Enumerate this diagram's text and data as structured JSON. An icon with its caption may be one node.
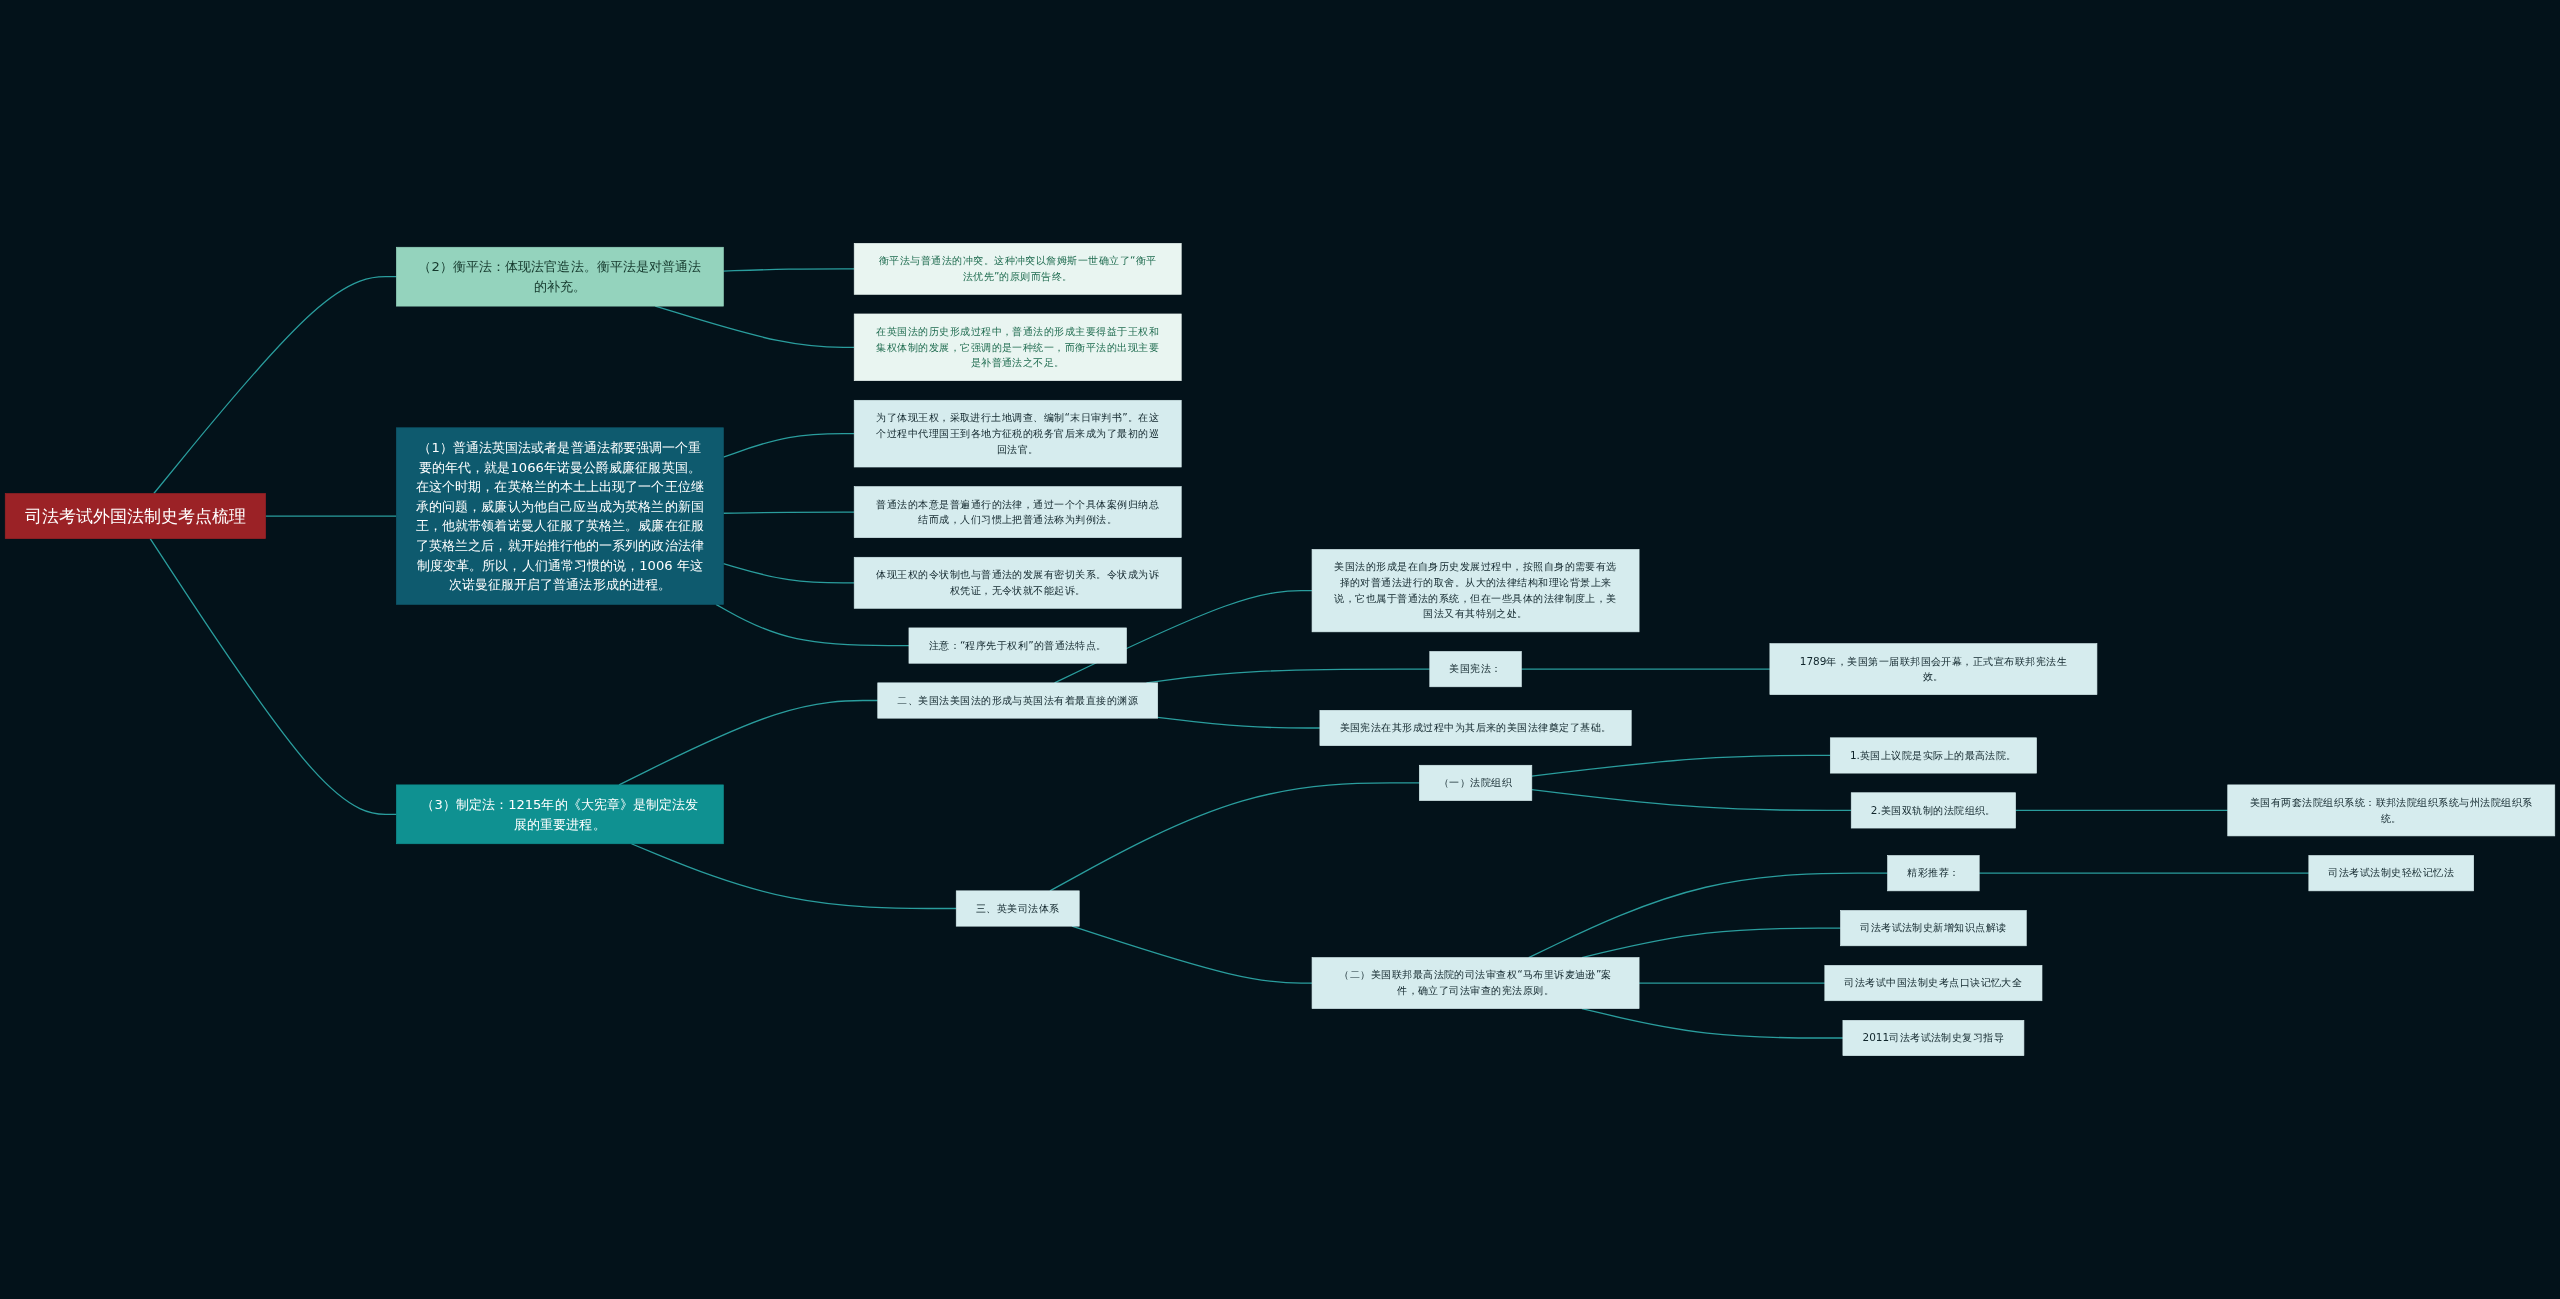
{
  "diagram": {
    "nodes": [
      {
        "text": [
          "司法考试外国法制史考点梳理"
        ]
      },
      {
        "text": [
          "（2）衡平法：体现法官造法。衡平法是对普通法的补充。"
        ]
      },
      {
        "text": [
          "衡平法与普通法的冲突。这种冲突以詹姆斯一世确立了“衡平法优先”的原则而告终。"
        ]
      },
      {
        "text": [
          "在英国法的历史形成过程中，普通法的形成主要得益于王权和集权体制的发展，它强调的是一种统一，而衡平法的出现主要是补普通法之不足。"
        ]
      },
      {
        "text": [
          "（1）普通法英国法或者是普通法都要强调一个重要的年代，就是1066年诺曼公爵威廉征服英国。在这个时期，在英格兰的本土上出现了一个王位继承的问题，威廉认为他自己应当成为英格兰的新国王，他就带领着诺曼人征服了英格兰。威廉在征服了英格兰之后，就开始推行他的一系列的政治法律制度变革。所以，人们通常习惯的说，1006 年这次诺曼征服开启了普通法形成的进程。"
        ]
      },
      {
        "text": [
          "为了体现王权，采取进行土地调查、编制“末日审判书”。在这个过程中代理国王到各地方征税的税务官后来成为了最初的巡回法官。"
        ]
      },
      {
        "text": [
          "普通法的本意是普遍通行的法律，通过一个个具体案例归纳总结而成，人们习惯上把普通法称为判例法。"
        ]
      },
      {
        "text": [
          "体现王权的令状制也与普通法的发展有密切关系。令状成为诉权凭证，无令状就不能起诉。"
        ]
      },
      {
        "text": [
          "注意：“程序先于权利”的普通法特点。"
        ]
      },
      {
        "text": [
          "（3）制定法：1215年的《大宪章》是制定法发展的重要进程。"
        ]
      },
      {
        "text": [
          "二、美国法美国法的形成与英国法有着最直接的渊源"
        ]
      },
      {
        "text": [
          "美国法的形成是在自身历史发展过程中，按照自身的需要有选择的对普通法进行的取舍。从大的法律结构和理论背景上来说，它也属于普通法的系统，但在一些具体的法律制度上，美国法又有其特别之处。"
        ]
      },
      {
        "text": [
          "美国宪法："
        ]
      },
      {
        "text": [
          "1789年，美国第一届联邦国会开幕，正式宣布联邦宪法生效。"
        ]
      },
      {
        "text": [
          "美国宪法在其形成过程中为其后来的美国法律奠定了基础。"
        ]
      },
      {
        "text": [
          "三、英美司法体系"
        ]
      },
      {
        "text": [
          "（一）法院组织"
        ]
      },
      {
        "text": [
          "1.英国上议院是实际上的最高法院。"
        ]
      },
      {
        "text": [
          "2.美国双轨制的法院组织。"
        ]
      },
      {
        "text": [
          "美国有两套法院组织系统：联邦法院组织系统与州法院组织系统。"
        ]
      },
      {
        "text": [
          "（二）美国联邦最高法院的司法审查权“马布里诉麦迪逊”案件，确立了司法审查的宪法原则。"
        ]
      },
      {
        "text": [
          "精彩推荐："
        ]
      },
      {
        "text": [
          "司法考试法制史轻松记忆法"
        ]
      },
      {
        "text": [
          "司法考试法制史新增知识点解读"
        ]
      },
      {
        "text": [
          "司法考试中国法制史考点口诀记忆大全"
        ]
      },
      {
        "text": [
          "2011司法考试法制史复习指导"
        ]
      }
    ],
    "edges": [
      {
        "from": 0,
        "to": 1,
        "arrow": "none"
      },
      {
        "from": 1,
        "to": 2,
        "arrow": "none"
      },
      {
        "from": 1,
        "to": 3,
        "arrow": "none"
      },
      {
        "from": 0,
        "to": 4,
        "arrow": "none"
      },
      {
        "from": 4,
        "to": 5,
        "arrow": "none"
      },
      {
        "from": 4,
        "to": 6,
        "arrow": "none"
      },
      {
        "from": 4,
        "to": 7,
        "arrow": "none"
      },
      {
        "from": 4,
        "to": 8,
        "arrow": "none"
      },
      {
        "from": 0,
        "to": 9,
        "arrow": "none"
      },
      {
        "from": 9,
        "to": 10,
        "arrow": "none"
      },
      {
        "from": 10,
        "to": 11,
        "arrow": "none"
      },
      {
        "from": 10,
        "to": 12,
        "arrow": "none"
      },
      {
        "from": 12,
        "to": 13,
        "arrow": "none"
      },
      {
        "from": 10,
        "to": 14,
        "arrow": "none"
      },
      {
        "from": 9,
        "to": 15,
        "arrow": "none"
      },
      {
        "from": 15,
        "to": 16,
        "arrow": "none"
      },
      {
        "from": 16,
        "to": 17,
        "arrow": "none"
      },
      {
        "from": 16,
        "to": 18,
        "arrow": "none"
      },
      {
        "from": 18,
        "to": 19,
        "arrow": "none"
      },
      {
        "from": 15,
        "to": 20,
        "arrow": "none"
      },
      {
        "from": 20,
        "to": 21,
        "arrow": "none"
      },
      {
        "from": 21,
        "to": 22,
        "arrow": "none"
      },
      {
        "from": 20,
        "to": 23,
        "arrow": "none"
      },
      {
        "from": 20,
        "to": 24,
        "arrow": "none"
      },
      {
        "from": 20,
        "to": 25,
        "arrow": "none"
      }
    ]
  }
}
